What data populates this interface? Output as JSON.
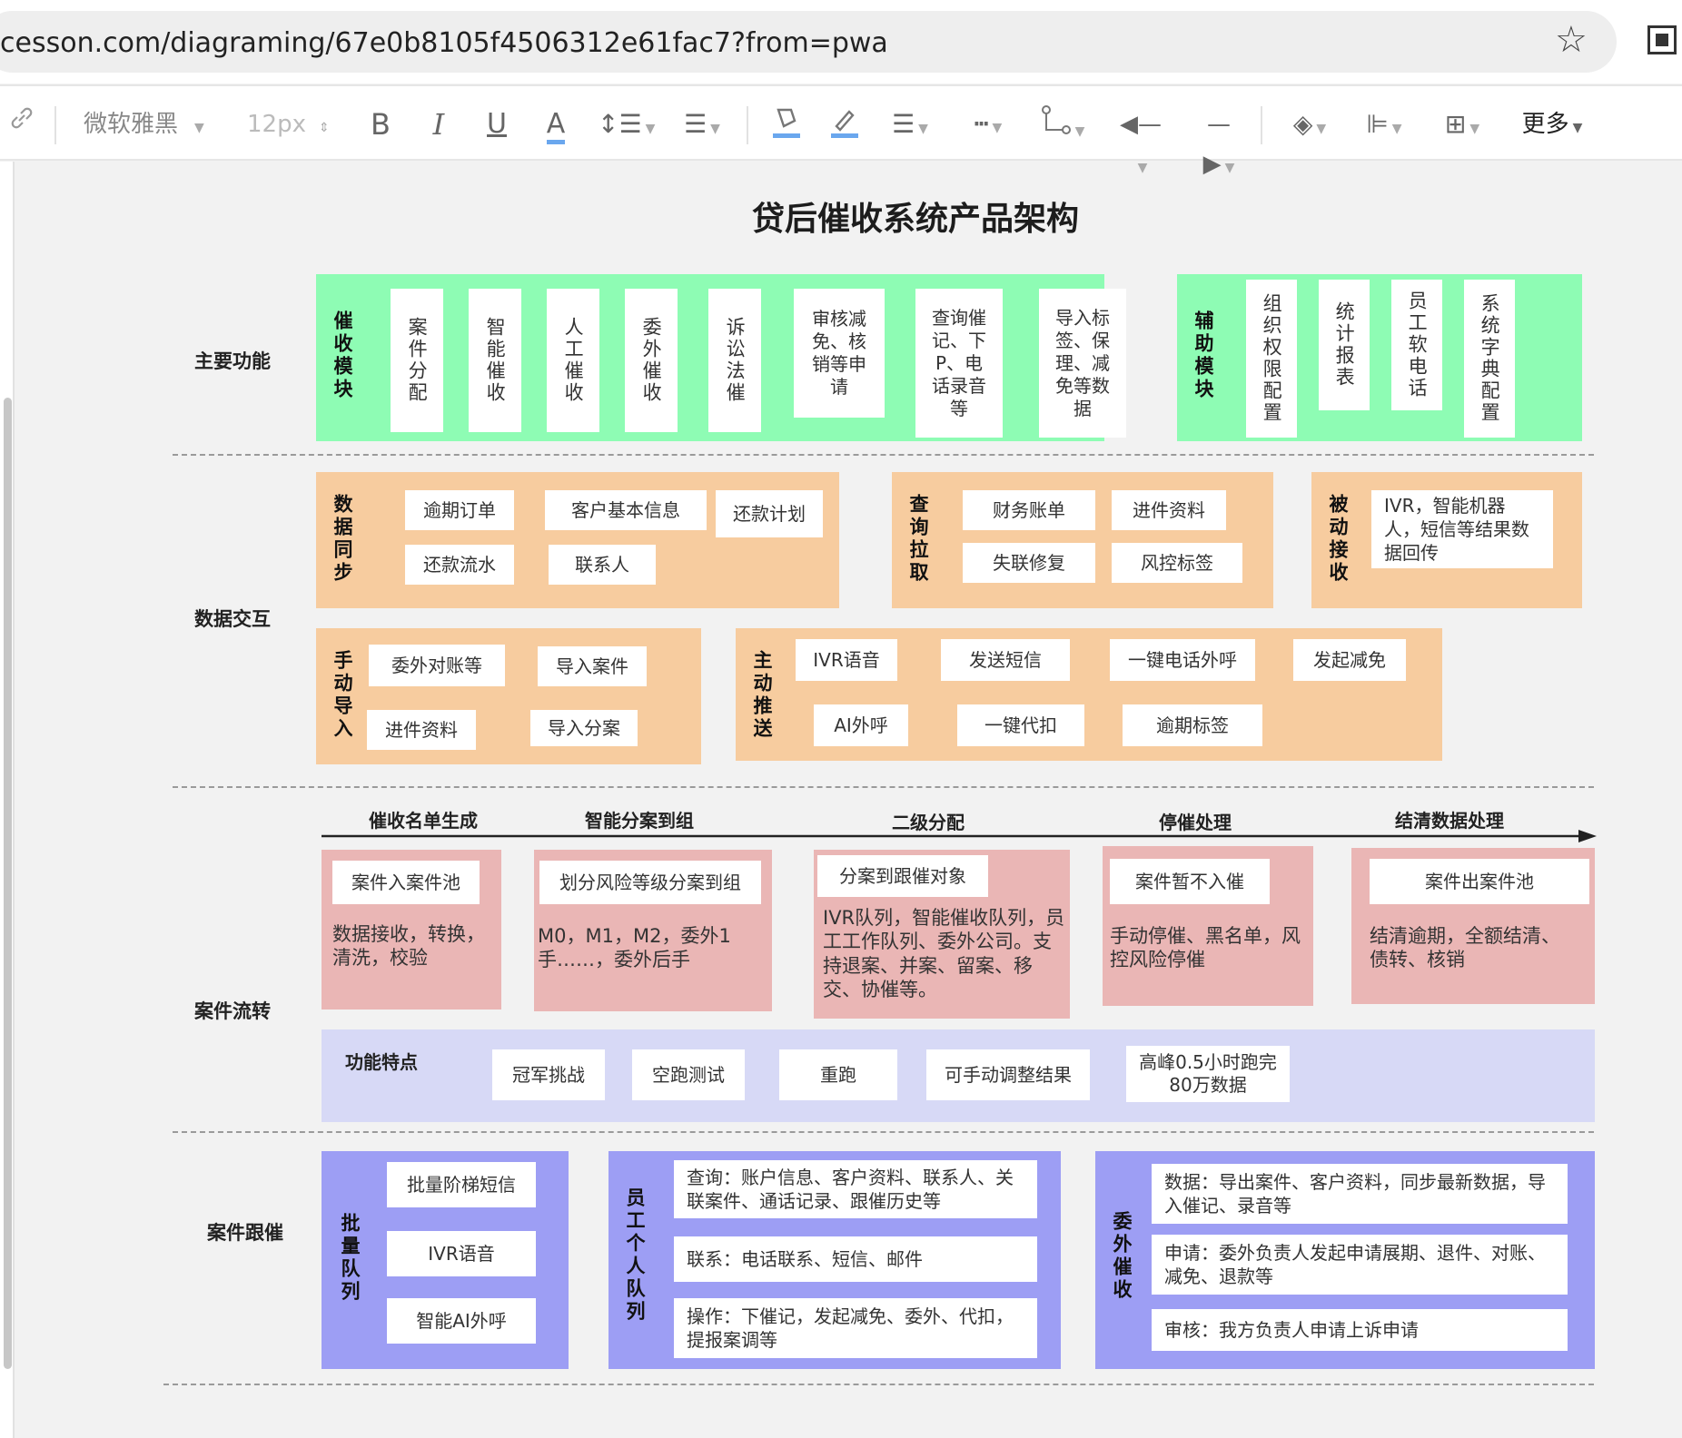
{
  "browser": {
    "url": "cesson.com/diagraming/67e0b8105f4506312e61fac7?from=pwa"
  },
  "toolbar": {
    "font_name": "微软雅黑",
    "font_size": "12px",
    "more_label": "更多",
    "icons": [
      "link-icon",
      "bold-icon",
      "italic-icon",
      "underline-icon",
      "font-color-icon",
      "line-height-icon",
      "align-icon",
      "fill-color-icon",
      "line-color-icon",
      "line-width-icon",
      "line-style-icon",
      "connector-icon",
      "arrow-start-icon",
      "arrow-end-icon",
      "layers-icon",
      "arrange-icon",
      "size-icon"
    ]
  },
  "diagram": {
    "title": "贷后催收系统产品架构",
    "rows": {
      "main": "主要功能",
      "data": "数据交互",
      "flow": "案件流转",
      "follow": "案件跟催"
    },
    "collection_module": {
      "label": "催收模块",
      "items": [
        "案件分配",
        "智能催收",
        "人工催收",
        "委外催收",
        "诉讼法催",
        "审核减免、核销等申请",
        "查询催记、下P、电话录音等",
        "导入标签、保理、减免等数据"
      ]
    },
    "aux_module": {
      "label": "辅助模块",
      "items": [
        "组织权限配置",
        "统计报表",
        "员工软电话",
        "系统字典配置"
      ]
    },
    "data_sync": {
      "label": "数据同步",
      "items": [
        "逾期订单",
        "客户基本信息",
        "还款计划",
        "还款流水",
        "联系人"
      ]
    },
    "query_pull": {
      "label": "查询拉取",
      "items": [
        "财务账单",
        "进件资料",
        "失联修复",
        "风控标签"
      ]
    },
    "passive_receive": {
      "label": "被动接收",
      "items": [
        "IVR，智能机器人，短信等结果数据回传"
      ]
    },
    "manual_import": {
      "label": "手动导入",
      "items": [
        "委外对账等",
        "导入案件",
        "进件资料",
        "导入分案"
      ]
    },
    "active_push": {
      "label": "主动推送",
      "items": [
        "IVR语音",
        "发送短信",
        "一键电话外呼",
        "发起减免",
        "AI外呼",
        "一键代扣",
        "逾期标签"
      ]
    },
    "flow_steps": [
      "催收名单生成",
      "智能分案到组",
      "二级分配",
      "停催处理",
      "结清数据处理"
    ],
    "flow_cards": [
      {
        "head": "案件入案件池",
        "desc": "数据接收，转换，清洗，校验"
      },
      {
        "head": "划分风险等级分案到组",
        "desc": "M0，M1，M2，委外1手……，委外后手"
      },
      {
        "head": "分案到跟催对象",
        "desc": "IVR队列，智能催收队列，员工工作队列、委外公司。支持退案、并案、留案、移交、协催等。"
      },
      {
        "head": "案件暂不入催",
        "desc": "手动停催、黑名单，风控风险停催"
      },
      {
        "head": "案件出案件池",
        "desc": "结清逾期，全额结清、债转、核销"
      }
    ],
    "features": {
      "label": "功能特点",
      "items": [
        "冠军挑战",
        "空跑测试",
        "重跑",
        "可手动调整结果",
        "高峰0.5小时跑完80万数据"
      ]
    },
    "batch_queue": {
      "label": "批量队列",
      "items": [
        "批量阶梯短信",
        "IVR语音",
        "智能AI外呼"
      ]
    },
    "staff_queue": {
      "label": "员工个人队列",
      "items": [
        "查询：账户信息、客户资料、联系人、关联案件、通话记录、跟催历史等",
        "联系：电话联系、短信、邮件",
        "操作：下催记，发起减免、委外、代扣，提报案调等"
      ]
    },
    "outsource": {
      "label": "委外催收",
      "items": [
        "数据：导出案件、客户资料，同步最新数据，导入催记、录音等",
        "申请：委外负责人发起申请展期、退件、对账、减免、退款等",
        "审核：我方负责人申请上诉申请"
      ]
    }
  }
}
